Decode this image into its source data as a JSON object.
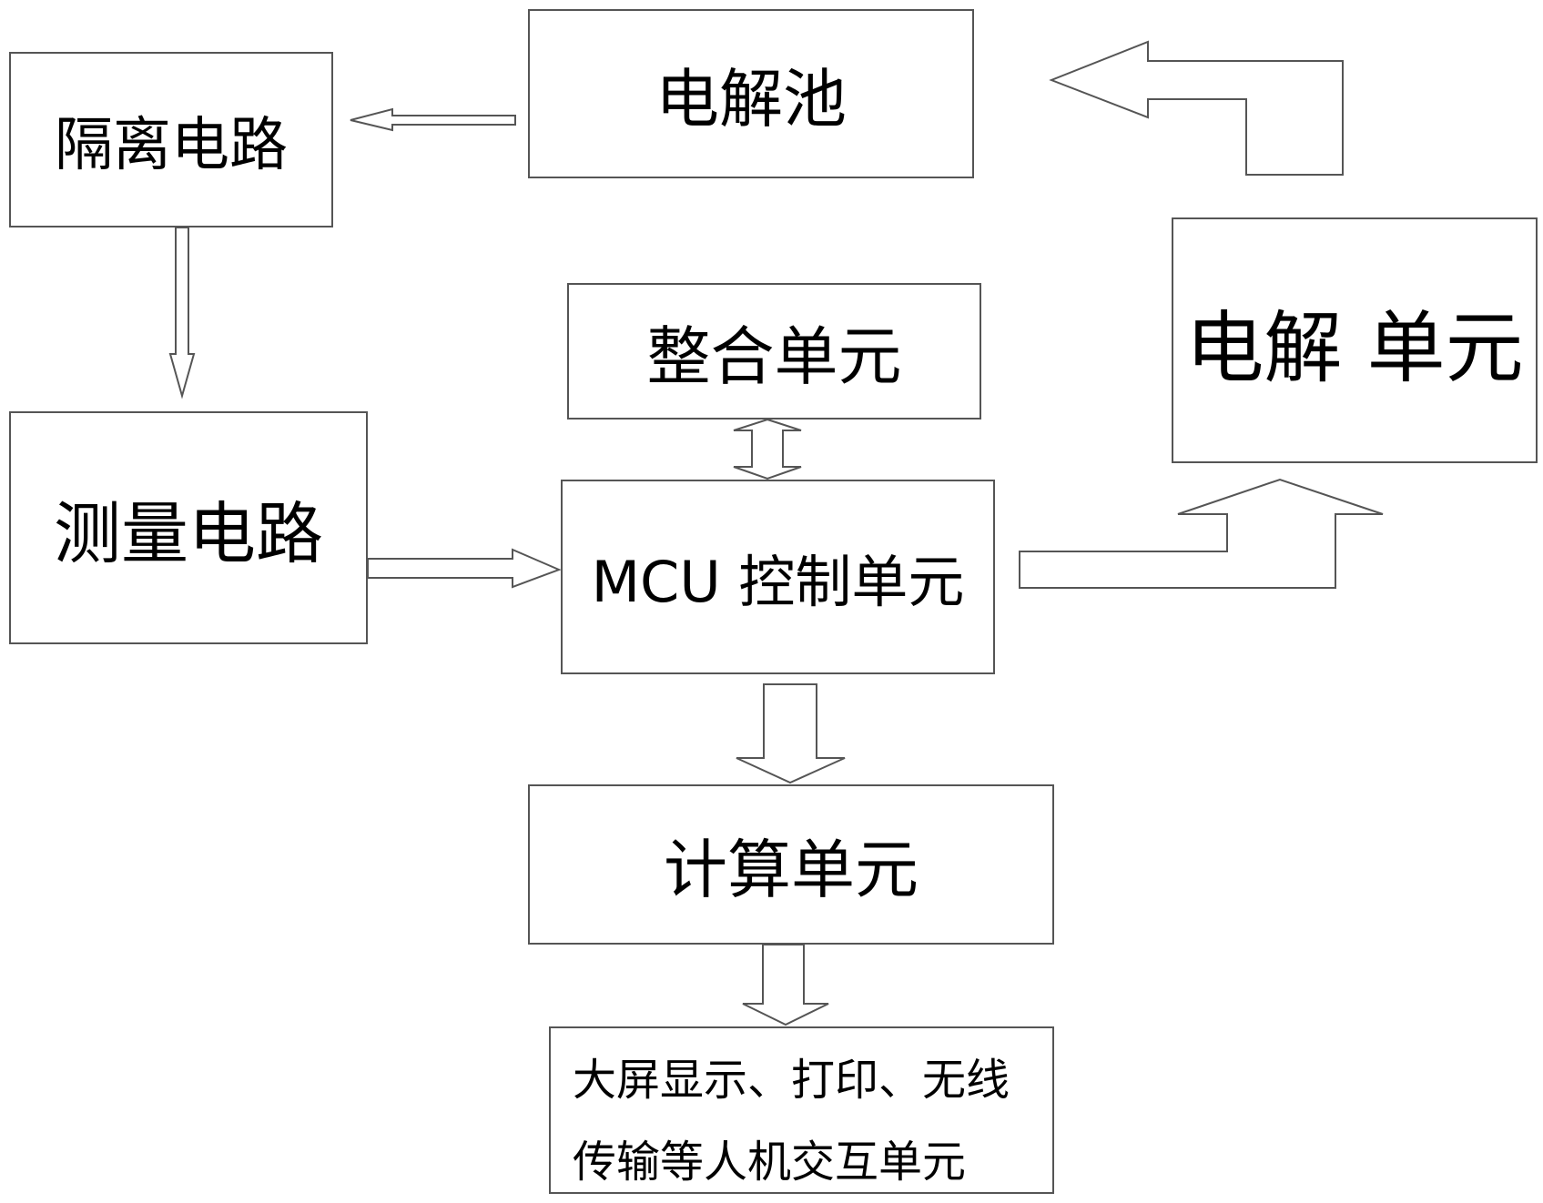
{
  "diagram": {
    "type": "block-flow",
    "nodes": {
      "isolation_circuit": "隔离电路",
      "electrolytic_cell": "电解池",
      "measurement_circuit": "测量电路",
      "integration_unit": "整合单元",
      "mcu_control_unit": "MCU 控制单元",
      "electrolysis_unit": "电解 单元",
      "computing_unit": "计算单元",
      "hmi_unit_line1": "大屏显示、打印、无线",
      "hmi_unit_line2": "传输等人机交互单元"
    },
    "edges": [
      {
        "from": "electrolytic_cell",
        "to": "isolation_circuit",
        "style": "hollow-arrow"
      },
      {
        "from": "electrolysis_unit",
        "to": "electrolytic_cell",
        "style": "hollow-bent-arrow"
      },
      {
        "from": "isolation_circuit",
        "to": "measurement_circuit",
        "style": "hollow-arrow"
      },
      {
        "from": "measurement_circuit",
        "to": "mcu_control_unit",
        "style": "hollow-arrow"
      },
      {
        "from": "integration_unit",
        "to": "mcu_control_unit",
        "style": "hollow-double-arrow"
      },
      {
        "from": "mcu_control_unit",
        "to": "electrolysis_unit",
        "style": "hollow-bent-arrow"
      },
      {
        "from": "mcu_control_unit",
        "to": "computing_unit",
        "style": "hollow-arrow"
      },
      {
        "from": "computing_unit",
        "to": "hmi_unit",
        "style": "hollow-arrow"
      }
    ],
    "colors": {
      "stroke": "#555555",
      "fill": "#ffffff",
      "text": "#000000"
    }
  }
}
